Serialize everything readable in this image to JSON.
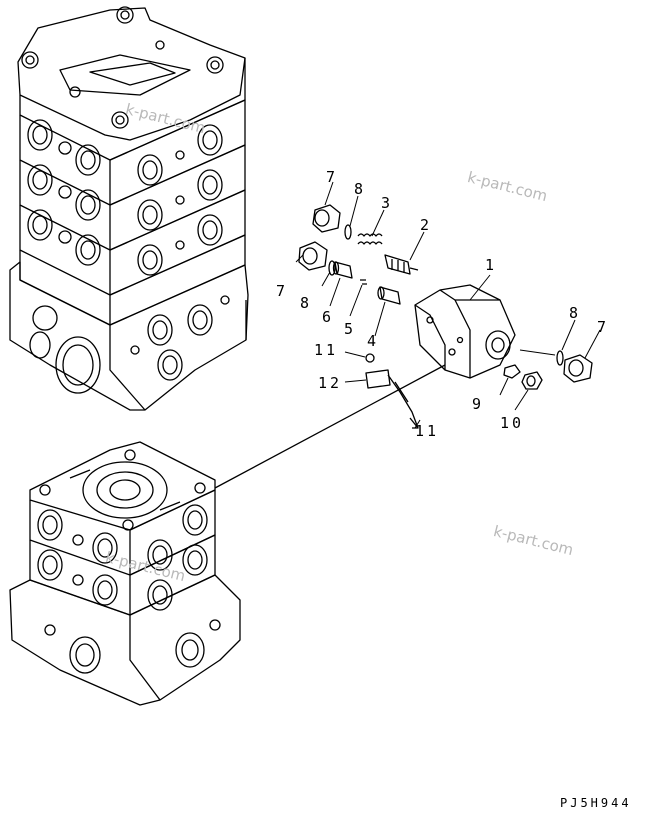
{
  "drawing_code": "PJ5H944",
  "watermark": "k-part.com",
  "callouts": {
    "c1": "1",
    "c2": "2",
    "c3": "3",
    "c4": "4",
    "c5": "5",
    "c6": "6",
    "c7a": "7",
    "c7b": "7",
    "c7c": "7",
    "c8a": "8",
    "c8b": "8",
    "c8c": "8",
    "c9": "9",
    "c10": "10",
    "c11a": "11",
    "c11b": "11",
    "c12": "12"
  }
}
